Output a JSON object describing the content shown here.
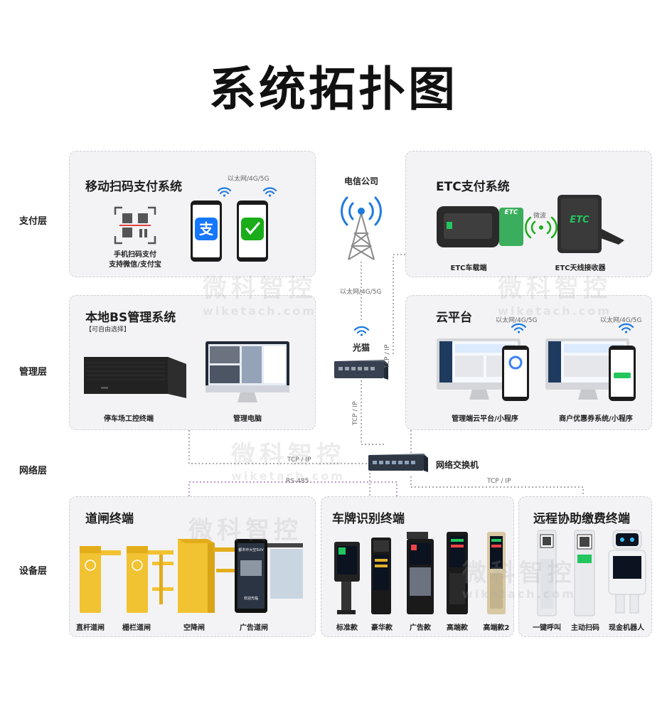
{
  "title": "系统拓扑图",
  "layers": {
    "pay": "支付层",
    "manage": "管理层",
    "network": "网络层",
    "device": "设备层"
  },
  "mobile_pay": {
    "title": "移动扫码支付系统",
    "network_label": "以太网/4G/5G",
    "qr_caption_1": "手机扫码支付",
    "qr_caption_2": "支持微信/支付宝",
    "alipay_glyph": "支"
  },
  "telecom": {
    "title": "电信公司",
    "link_label": "以太网/4G/5G"
  },
  "etc": {
    "title": "ETC支付系统",
    "obu_caption": "ETC车载端",
    "wave_label": "微波",
    "reader_caption": "ETC天线接收器",
    "reader_logo": "ETC",
    "card_logo": "ETC"
  },
  "local_bs": {
    "title": "本地BS管理系统",
    "subtitle": "【可自由选择】",
    "server_caption": "停车场工控终端",
    "pc_caption": "管理电脑"
  },
  "modem": {
    "title": "光猫",
    "tcp_label": "TCP / IP"
  },
  "cloud": {
    "title": "云平台",
    "net_label_1": "以太网/4G/5G",
    "net_label_2": "以太网/4G/5G",
    "caption_1": "管理端云平台/小程序",
    "caption_2": "商户优惠券系统/小程序"
  },
  "switch": {
    "title": "网络交换机",
    "tcp_left": "TCP / IP",
    "rs485": "RS-485",
    "tcp_right": "TCP / IP",
    "tcp_vertical": "TCP / IP"
  },
  "gate": {
    "title": "道闸终端",
    "items": [
      "直杆道闸",
      "栅栏道闸",
      "空降闸",
      "广告道闸"
    ],
    "ad_text_1": "都市中大空SUV",
    "ad_text_2": "欢迎光临"
  },
  "plate": {
    "title": "车牌识别终端",
    "items": [
      "标准款",
      "豪华款",
      "广告款",
      "高端款",
      "高端款2"
    ]
  },
  "remote": {
    "title": "远程协助缴费终端",
    "items": [
      "一键呼叫",
      "主动扫码",
      "现金机器人"
    ]
  },
  "watermark": {
    "cn": "微科智控",
    "en": "wiketach.com"
  },
  "colors": {
    "panel_bg": "#f3f3f5",
    "panel_border": "#cfd1d6",
    "wifi_blue": "#1e7be0",
    "gate_yellow": "#f1c232",
    "rs485_purple": "#9b59b6"
  }
}
